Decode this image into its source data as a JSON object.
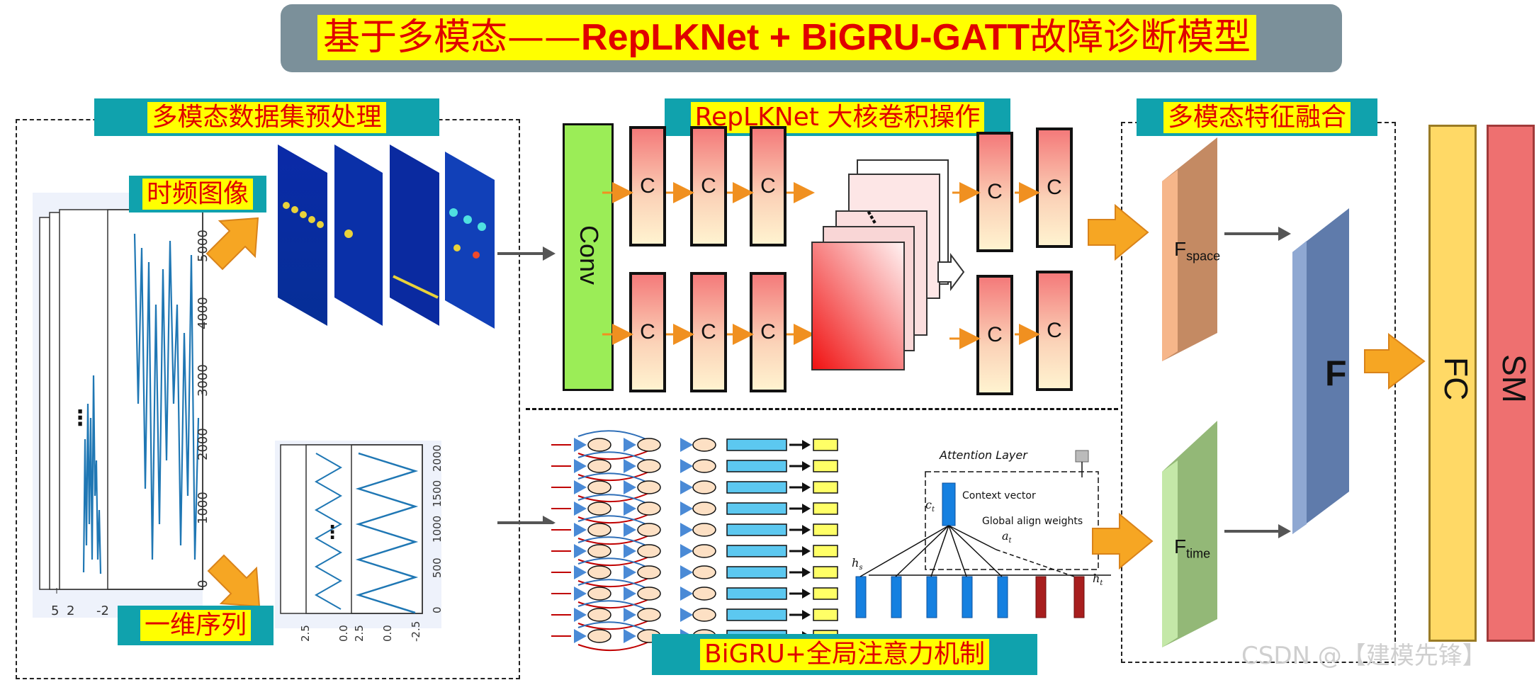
{
  "title": {
    "prefix": "基于多模态——",
    "model": "RepLKNet + BiGRU-GATT",
    "suffix": "故障诊断模型"
  },
  "sections": {
    "preprocess": "多模态数据集预处理",
    "replknet": "RepLKNet 大核卷积操作",
    "fusion": "多模态特征融合",
    "bigru": "BiGRU+全局注意力机制"
  },
  "inputs": {
    "tf_image": "时频图像",
    "sequence": "一维序列"
  },
  "blocks": {
    "conv": "Conv",
    "c": "C",
    "fc": "FC",
    "sm": "SM",
    "fused": "F",
    "f_space": "F",
    "f_space_sub": "space",
    "f_time": "F",
    "f_time_sub": "time"
  },
  "signal_plot_1": {
    "y_ticks": [
      "0",
      "1000",
      "2000",
      "3000",
      "4000",
      "5000"
    ],
    "x_ticks": [
      "5",
      "2",
      "-2"
    ]
  },
  "signal_plot_2": {
    "y_ticks": [
      "0",
      "500",
      "1000",
      "1500",
      "2000"
    ],
    "x_ticks": [
      "2.5",
      "0.0",
      "2.5",
      "0.0",
      "-2.5"
    ]
  },
  "attention": {
    "title": "Attention Layer",
    "context": "Context vector",
    "align": "Global align weights",
    "ct": "c",
    "ct_sub": "t",
    "at": "a",
    "at_sub": "t",
    "hs": "h",
    "hs_sub": "s",
    "ht": "h",
    "ht_sub": "t"
  },
  "watermark": "CSDN @【建模先锋】",
  "colors": {
    "title_red": "#e00000",
    "highlight": "#ffff00",
    "teal": "#10a2ad",
    "arrow_orange": "#f6a623"
  }
}
